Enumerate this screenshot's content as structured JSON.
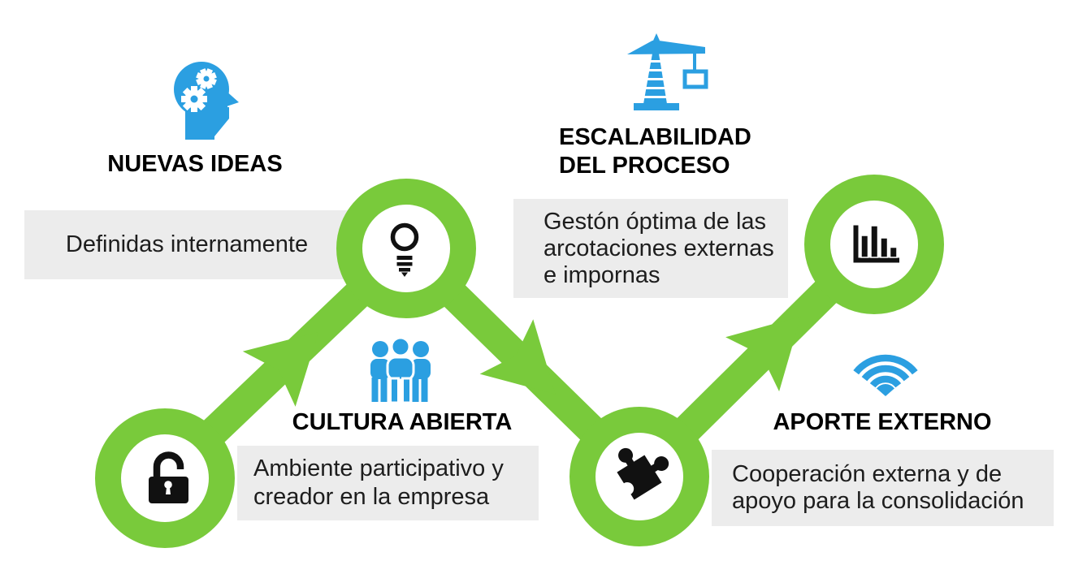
{
  "colors": {
    "green": "#79CA3B",
    "blue": "#2B9FE1",
    "icon_black": "#111111",
    "box_gray": "#ECECEC",
    "text": "#1D1D1D"
  },
  "groups": [
    {
      "icon": "head-gears",
      "title_lines": [
        "NUEVAS IDEAS"
      ],
      "body_lines": [
        "Definidas internamente"
      ]
    },
    {
      "icon": "tower-crane",
      "title_lines": [
        "ESCALABILIDAD",
        "DEL PROCESO"
      ],
      "body_lines": [
        "Gestón óptima de las",
        "arcotaciones externas",
        "e impornas"
      ]
    },
    {
      "icon": "people-group",
      "title_lines": [
        "CULTURA ABIERTA"
      ],
      "body_lines": [
        "Ambiente participativo y",
        "creador en la empresa"
      ]
    },
    {
      "icon": "wifi",
      "title_lines": [
        "APORTE EXTERNO"
      ],
      "body_lines": [
        "Cooperación externa y de",
        "apoyo para la consolidación"
      ]
    }
  ],
  "nodes": [
    {
      "icon": "unlocked-padlock"
    },
    {
      "icon": "light-bulb"
    },
    {
      "icon": "puzzle-piece"
    },
    {
      "icon": "bar-chart"
    }
  ]
}
